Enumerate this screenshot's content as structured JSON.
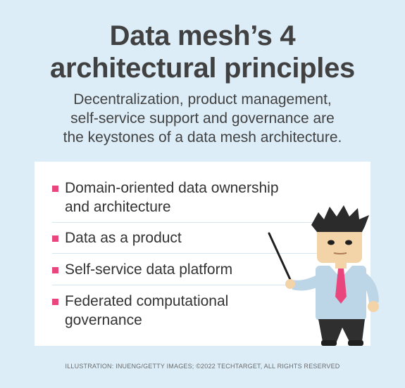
{
  "header": {
    "title_line1": "Data mesh’s 4",
    "title_line2": "architectural principles",
    "subtitle_line1": "Decentralization, product management,",
    "subtitle_line2": "self-service support and governance are",
    "subtitle_line3": "the keystones of a data mesh architecture."
  },
  "principles": [
    {
      "text": "Domain-oriented data ownership\nand architecture"
    },
    {
      "text": "Data as a product"
    },
    {
      "text": "Self-service data platform"
    },
    {
      "text": "Federated computational\ngovernance"
    }
  ],
  "illustration": {
    "icon": "businessman-with-pointer-icon"
  },
  "footer": {
    "credit": "ILLUSTRATION: INUENG/GETTY IMAGES; ©2022 TECHTARGET, ALL RIGHTS RESERVED"
  },
  "colors": {
    "background": "#dcedf8",
    "card": "#ffffff",
    "bullet": "#e8467c",
    "title": "#414141"
  }
}
